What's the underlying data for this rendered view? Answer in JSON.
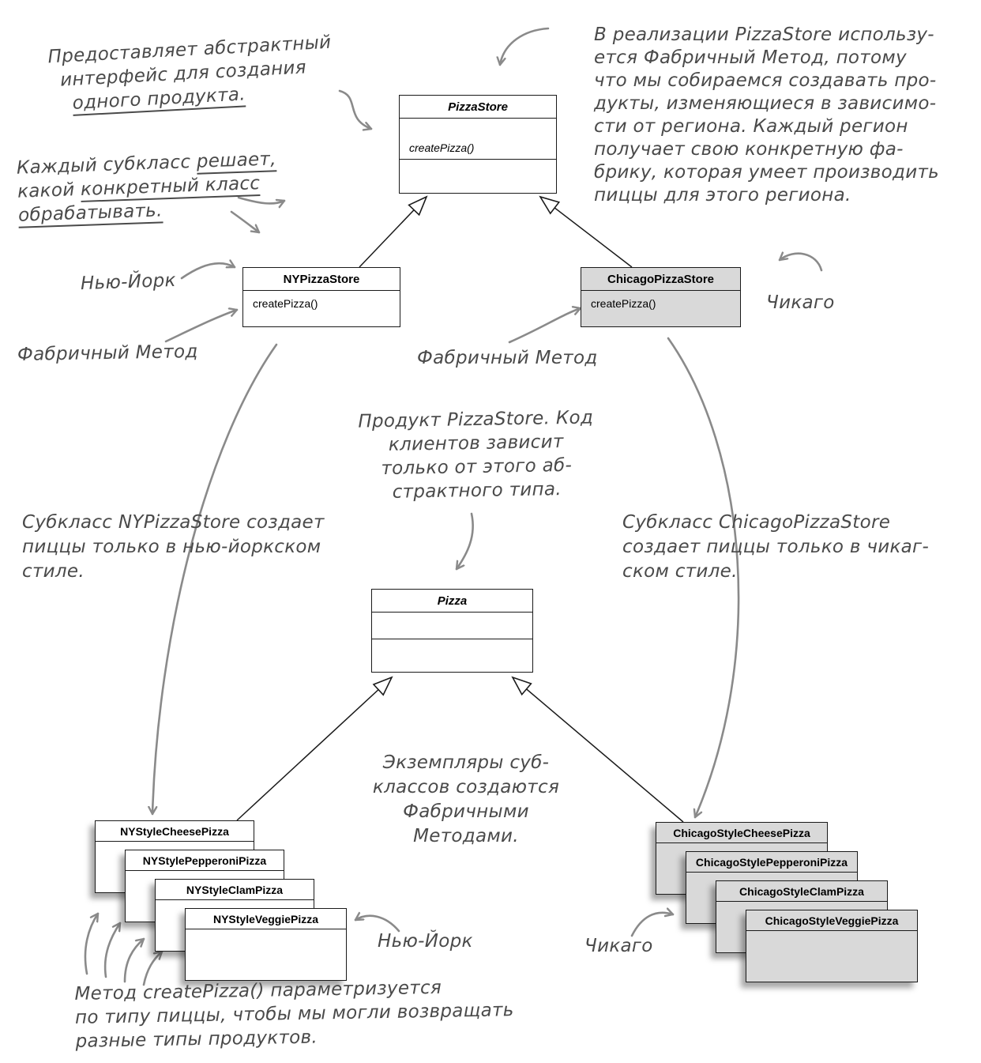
{
  "colors": {
    "box_border": "#1a1a1a",
    "chicago_fill": "#d9d9d9",
    "annotation_ink": "#4a4a4a",
    "hand_arrow": "#8a8a8a"
  },
  "classes": {
    "pizza_store": {
      "name": "PizzaStore",
      "method": "createPizza()"
    },
    "ny_pizza_store": {
      "name": "NYPizzaStore",
      "method": "createPizza()"
    },
    "chicago_pizza_store": {
      "name": "ChicagoPizzaStore",
      "method": "createPizza()"
    },
    "pizza": {
      "name": "Pizza"
    }
  },
  "ny_stack": [
    "NYStyleCheesePizza",
    "NYStylePepperoniPizza",
    "NYStyleClamPizza",
    "NYStyleVeggiePizza"
  ],
  "chicago_stack": [
    "ChicagoStyleCheesePizza",
    "ChicagoStylePepperoniPizza",
    "ChicagoStyleClamPizza",
    "ChicagoStyleVeggiePizza"
  ],
  "annotations": {
    "abstract_interface": {
      "l1": "Предоставляет абстрактный",
      "l2": "интерфейс для создания",
      "l3": "одного продукта."
    },
    "subclass_decides": {
      "l1a": "Каждый субкласс ",
      "l1b": "решает,",
      "l2a": "какой ",
      "l2b": "конкретный класс",
      "l3": "обрабатывать."
    },
    "realization": {
      "l1": "В реализации PizzaStore использу-",
      "l2": "ется Фабричный Метод, потому",
      "l3": "что мы собираемся создавать про-",
      "l4": "дукты, изменяющиеся в зависимо-",
      "l5": "сти от региона. Каждый регион",
      "l6": "получает свою конкретную фа-",
      "l7": "брику, которая умеет производить",
      "l8": "пиццы для этого региона."
    },
    "ny_label_top": "Нью-Йорк",
    "chicago_label_top": "Чикаго",
    "factory_method_left": "Фабричный Метод",
    "factory_method_center": "Фабричный Метод",
    "product_note": {
      "l1": "Продукт PizzaStore. Код",
      "l2": "клиентов зависит",
      "l3": "только от этого аб-",
      "l4": "страктного типа."
    },
    "ny_subclass_note": {
      "l1": "Субкласс NYPizzaStore создает",
      "l2": "пиццы только в нью-йоркском",
      "l3": "стиле."
    },
    "chicago_subclass_note": {
      "l1": "Субкласс ChicagoPizzaStore",
      "l2": "создает пиццы только в чикаг-",
      "l3": "ском стиле."
    },
    "instances_note": {
      "l1": "Экземпляры суб-",
      "l2": "классов создаются",
      "l3": "Фабричными",
      "l4": "Методами."
    },
    "ny_label_bottom": "Нью-Йорк",
    "chicago_label_bottom": "Чикаго",
    "create_pizza_note": {
      "l1": "Метод createPizza() параметризуется",
      "l2": "по типу пиццы, чтобы мы могли возвращать",
      "l3": "разные типы продуктов."
    }
  }
}
